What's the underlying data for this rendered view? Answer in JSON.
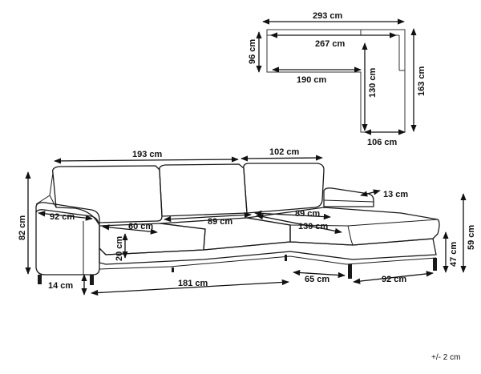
{
  "plan_view": {
    "total_width": "293 cm",
    "inner_width": "267 cm",
    "depth": "96 cm",
    "chaise_length": "163 cm",
    "seat_width": "190 cm",
    "chaise_seat_length": "130 cm",
    "chaise_width": "106 cm"
  },
  "sofa_view": {
    "main_width": "193 cm",
    "chaise_back_width": "102 cm",
    "armrest_chaise": "13 cm",
    "armrest_depth": "92 cm",
    "total_height": "82 cm",
    "seat_depth_left": "60 cm",
    "seat_width_mid": "89 cm",
    "seat_width_right": "89 cm",
    "chaise_seat": "130 cm",
    "seat_height_cushion": "20 cm",
    "leg_height": "14 cm",
    "base_width": "181 cm",
    "chaise_base_depth": "65 cm",
    "chaise_base_width": "92 cm",
    "seat_height": "47 cm",
    "arm_height": "59 cm"
  },
  "tolerance": "+/- 2 cm"
}
